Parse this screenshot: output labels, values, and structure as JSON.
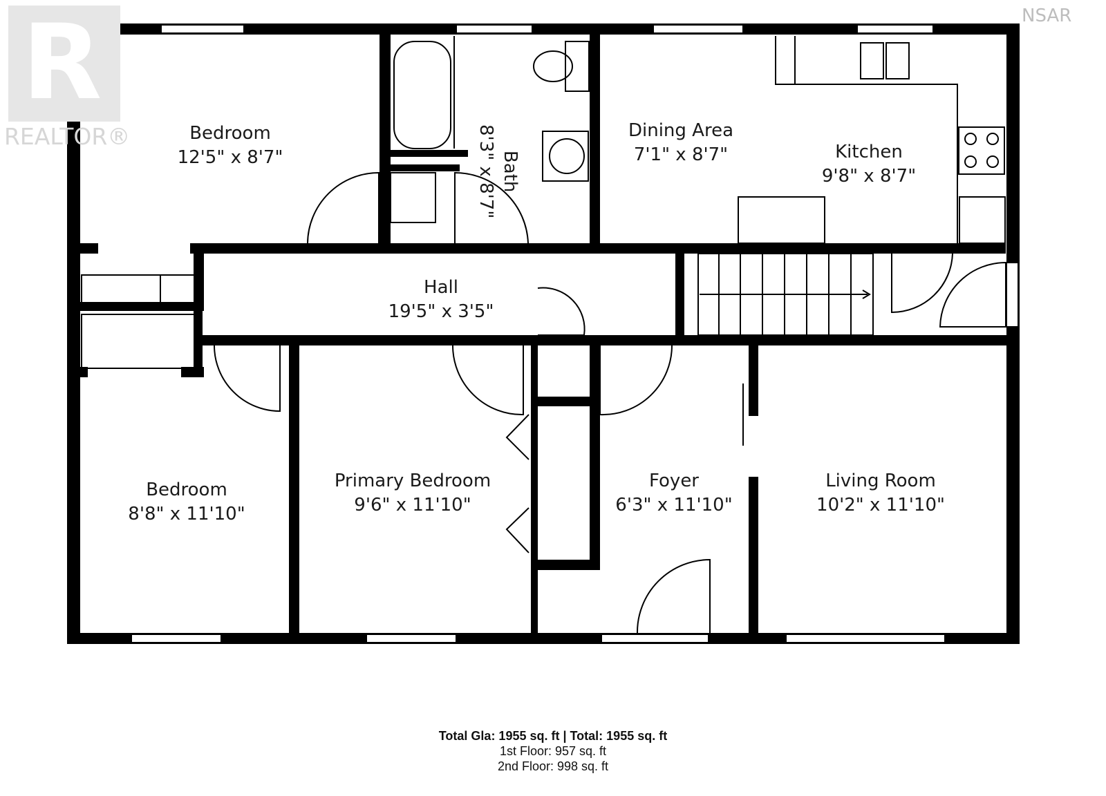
{
  "rooms": [
    {
      "id": "bedroom-top-left",
      "name": "Bedroom",
      "dims": "12'5\" x 8'7\""
    },
    {
      "id": "bath",
      "name": "Bath",
      "dims": "8'3\" x 8'7\""
    },
    {
      "id": "dining-area",
      "name": "Dining Area",
      "dims": "7'1\" x 8'7\""
    },
    {
      "id": "kitchen",
      "name": "Kitchen",
      "dims": "9'8\" x 8'7\""
    },
    {
      "id": "hall",
      "name": "Hall",
      "dims": "19'5\" x 3'5\""
    },
    {
      "id": "bedroom-bottom-left",
      "name": "Bedroom",
      "dims": "8'8\" x 11'10\""
    },
    {
      "id": "primary-bedroom",
      "name": "Primary Bedroom",
      "dims": "9'6\" x 11'10\""
    },
    {
      "id": "foyer",
      "name": "Foyer",
      "dims": "6'3\" x 11'10\""
    },
    {
      "id": "living-room",
      "name": "Living Room",
      "dims": "10'2\" x 11'10\""
    }
  ],
  "totals": {
    "main": "Total Gla: 1955 sq. ft | Total: 1955 sq. ft",
    "floor1": "1st Floor: 957 sq. ft",
    "floor2": "2nd Floor: 998 sq. ft"
  },
  "logos": {
    "realtor_mark": "R",
    "realtor_word": "REALTOR®",
    "nsar_word": "NSAR"
  },
  "colors": {
    "wall": "#000000",
    "background": "#ffffff",
    "logo_grey": "#d9d9d9"
  }
}
